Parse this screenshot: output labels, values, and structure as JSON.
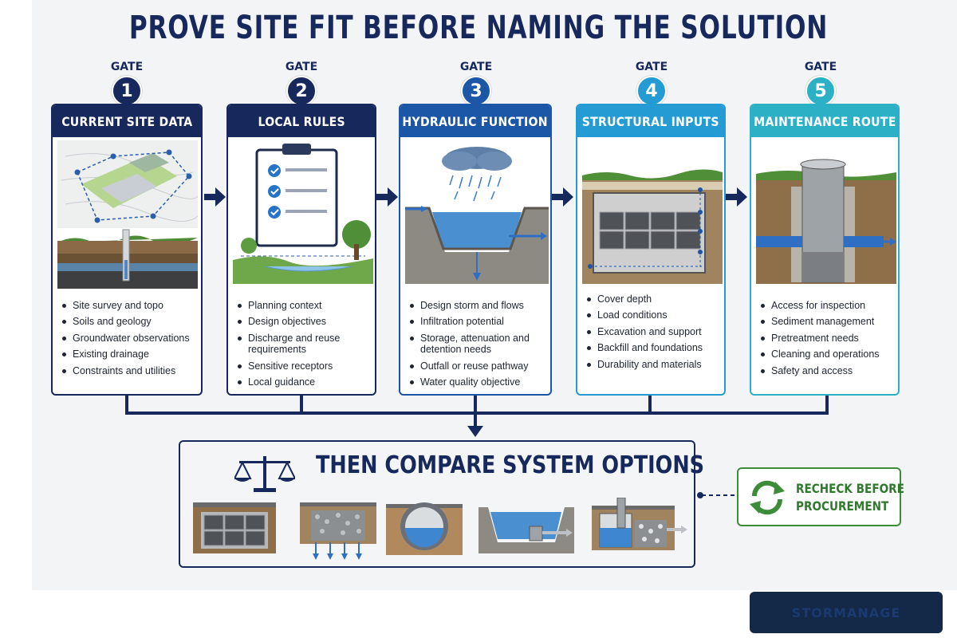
{
  "title": "PROVE SITE FIT BEFORE NAMING THE SOLUTION",
  "gate_word": "GATE",
  "gates": [
    {
      "number": "1",
      "title": "CURRENT SITE DATA",
      "color": "#17285c",
      "items": [
        "Site survey and topo",
        "Soils and geology",
        "Groundwater observations",
        "Existing drainage",
        "Constraints and utilities"
      ]
    },
    {
      "number": "2",
      "title": "LOCAL RULES",
      "color": "#17285c",
      "items": [
        "Planning context",
        "Design objectives",
        "Discharge and reuse requirements",
        "Sensitive receptors",
        "Local guidance"
      ]
    },
    {
      "number": "3",
      "title": "HYDRAULIC FUNCTION",
      "color": "#1c56a6",
      "items": [
        "Design storm and flows",
        "Infiltration potential",
        "Storage, attenuation and detention needs",
        "Outfall or reuse pathway",
        "Water quality objective"
      ]
    },
    {
      "number": "4",
      "title": "STRUCTURAL INPUTS",
      "color": "#259bd3",
      "items": [
        "Cover depth",
        "Load conditions",
        "Excavation and support",
        "Backfill and foundations",
        "Durability and materials"
      ]
    },
    {
      "number": "5",
      "title": "MAINTENANCE ROUTE",
      "color": "#2bb0c6",
      "items": [
        "Access for inspection",
        "Sediment management",
        "Pretreatment needs",
        "Cleaning and operations",
        "Safety and access"
      ]
    }
  ],
  "compare": {
    "title": "THEN COMPARE SYSTEM OPTIONS"
  },
  "recheck": {
    "line1": "RECHECK BEFORE",
    "line2": "PROCUREMENT"
  },
  "brand": "STORMANAGE"
}
